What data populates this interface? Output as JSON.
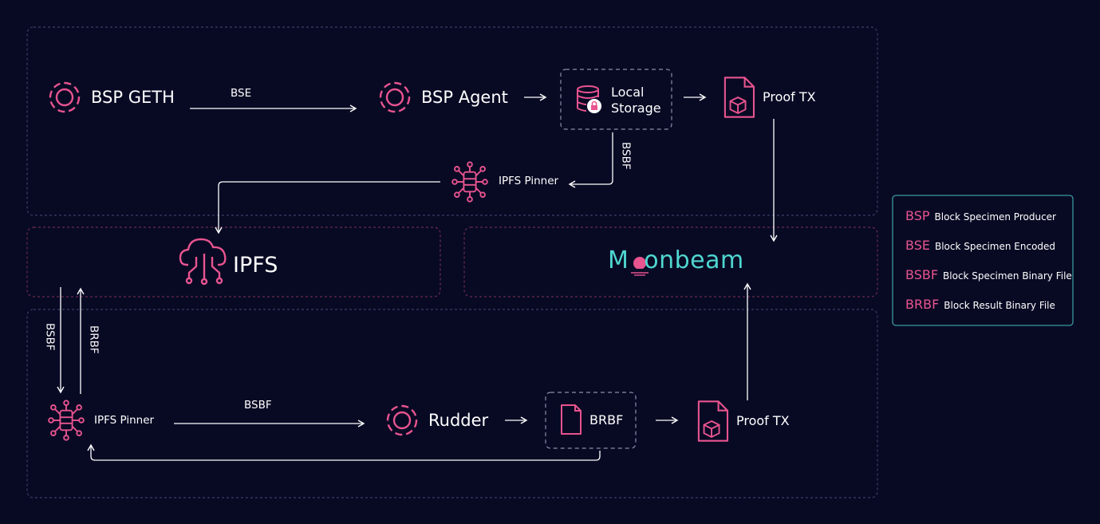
{
  "colors": {
    "background": "#080A24",
    "accent_pink": "#E8548F",
    "teal": "#4FD6D0",
    "box_border": "#3A3E63",
    "text": "#FFFFFF"
  },
  "top": {
    "bsp_geth": "BSP GETH",
    "bse_edge": "BSE",
    "bsp_agent": "BSP Agent",
    "local_storage_line1": "Local",
    "local_storage_line2": "Storage",
    "proof_tx": "Proof TX",
    "bsbf_edge": "BSBF",
    "ipfs_pinner": "IPFS Pinner"
  },
  "middle": {
    "ipfs": "IPFS",
    "moonbeam": "Moonbeam"
  },
  "bottom": {
    "bsbf_down": "BSBF",
    "brbf_up": "BRBF",
    "ipfs_pinner": "IPFS Pinner",
    "bsbf_edge": "BSBF",
    "rudder": "Rudder",
    "brbf_file": "BRBF",
    "proof_tx": "Proof TX"
  },
  "legend": [
    {
      "abbr": "BSP",
      "desc": "Block Specimen Producer"
    },
    {
      "abbr": "BSE",
      "desc": "Block Specimen Encoded"
    },
    {
      "abbr": "BSBF",
      "desc": "Block Specimen Binary File"
    },
    {
      "abbr": "BRBF",
      "desc": "Block Result Binary File"
    }
  ],
  "icons": {
    "gear": "gear-icon",
    "database": "database-lock-icon",
    "file": "file-cube-icon",
    "hub": "ipfs-pinner-icon",
    "cloud": "cloud-network-icon"
  }
}
